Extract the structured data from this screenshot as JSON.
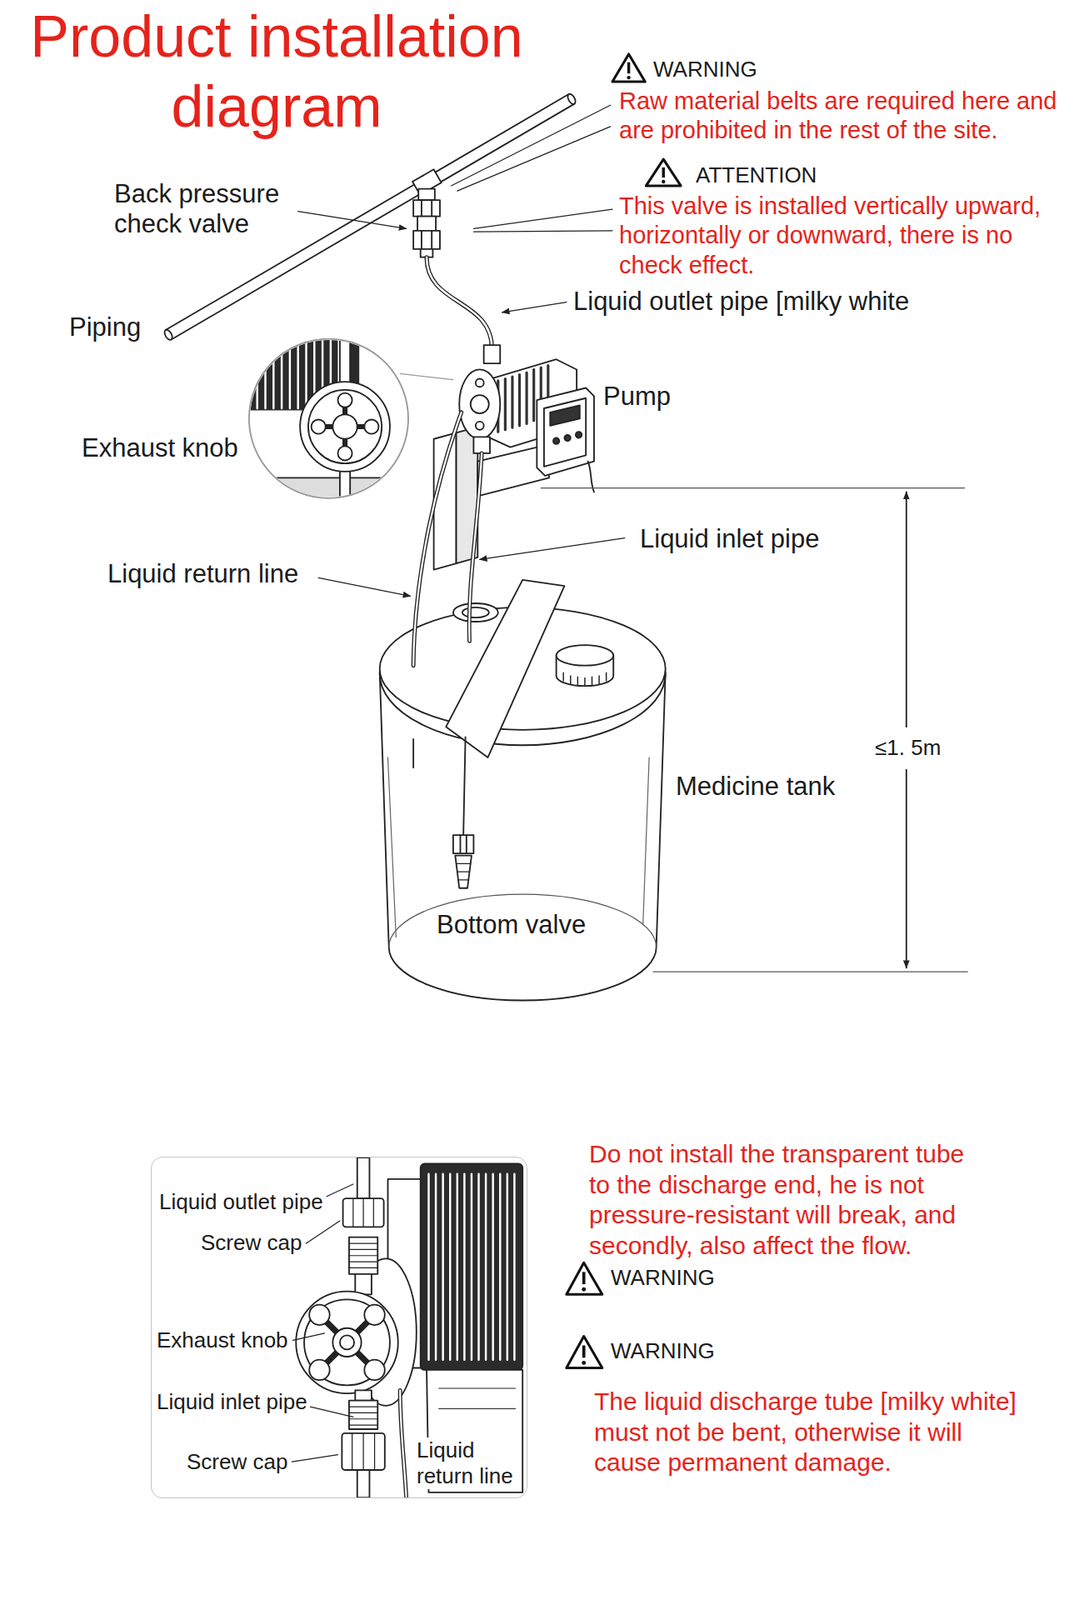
{
  "diagram": {
    "title": "Product installation diagram",
    "nodes": [
      {
        "text": [
          "Liquid outlet pipe",
          "Screw cap",
          "Exhaust knob",
          "Liquid inlet pipe",
          "Screw cap",
          "Liquid return line"
        ]
      }
    ],
    "labels": [
      "WARNING",
      "Raw material belts are required here and are prohibited in the rest of the site.",
      "ATTENTION",
      "Back pressure check valve",
      "This valve is installed vertically upward, horizontally or downward, there is no check effect.",
      "Liquid outlet pipe [milky white",
      "Piping",
      "Pump",
      "Exhaust knob",
      "Liquid inlet pipe",
      "Liquid return line",
      "≤1. 5m",
      "Medicine tank",
      "Bottom valve",
      "Do not install the transparent tube to the discharge end, he is not pressure-resistant will break, and secondly, also affect the flow.",
      "WARNING",
      "WARNING",
      "The liquid discharge tube [milky white] must not be bent, otherwise it will cause permanent damage."
    ]
  }
}
